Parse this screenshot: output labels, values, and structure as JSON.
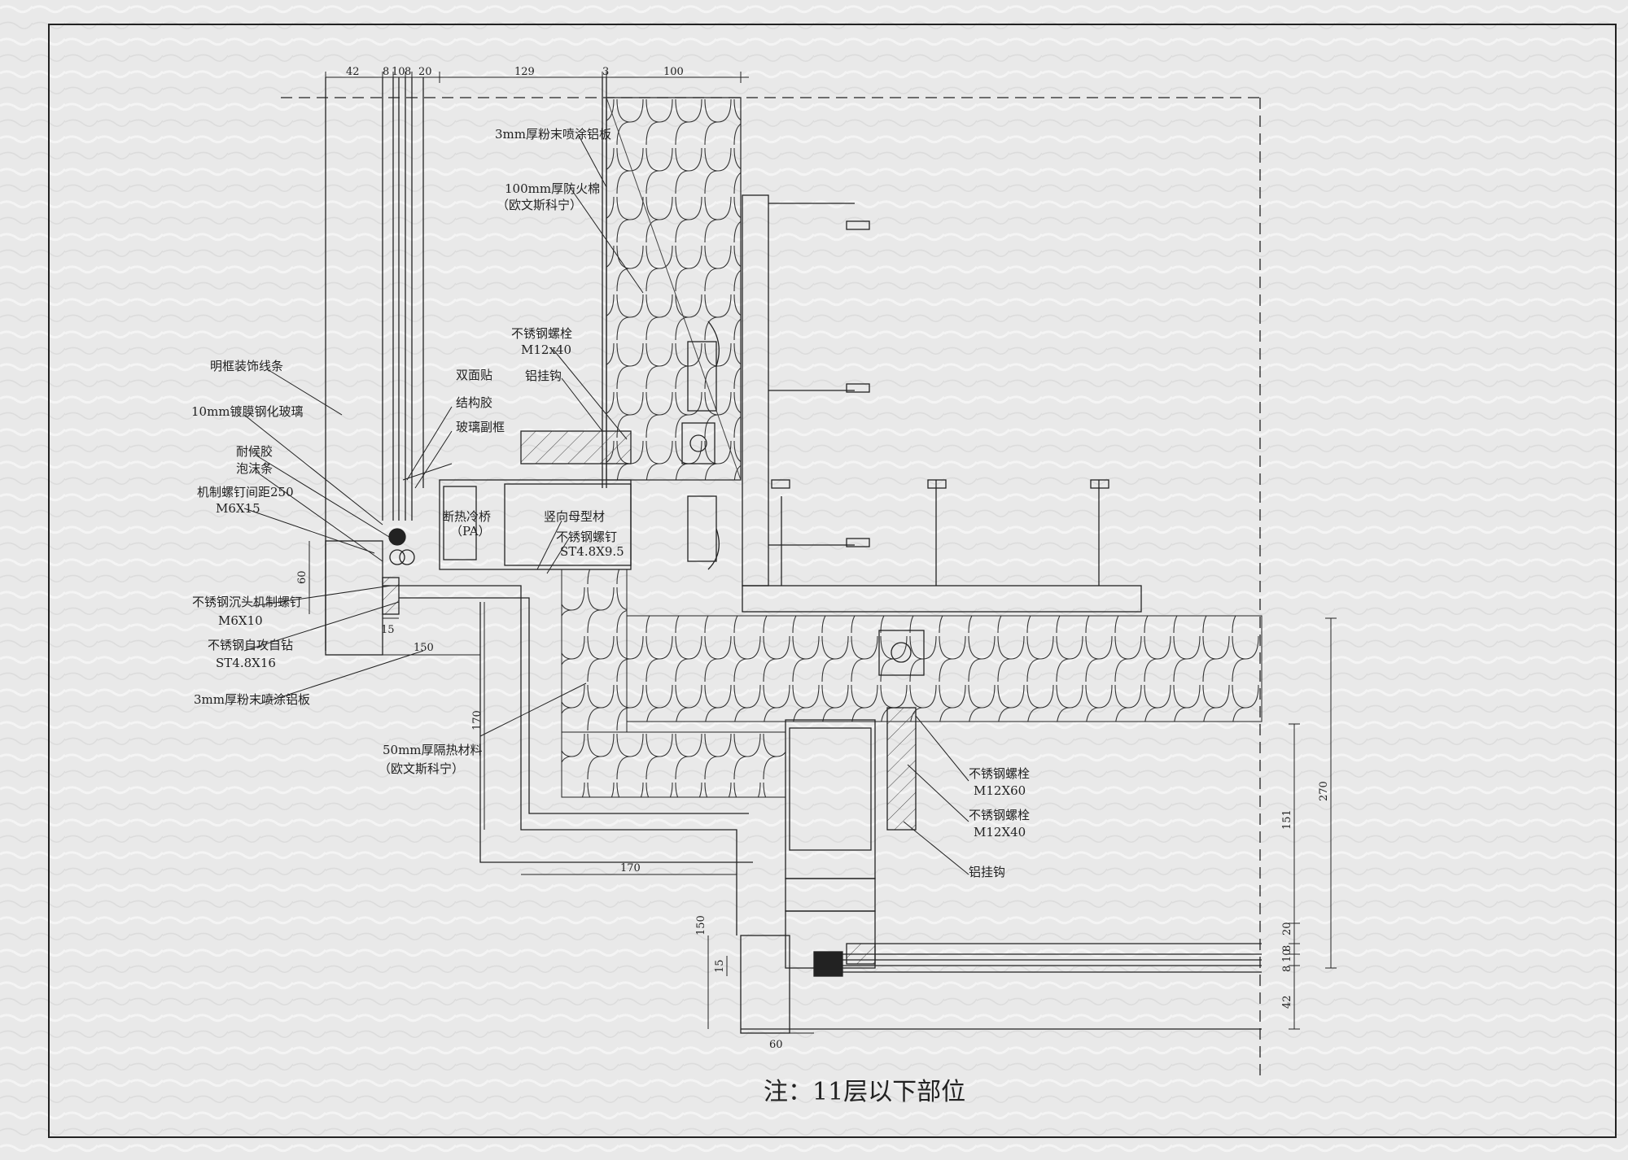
{
  "drawing": {
    "note": "注：11层以下部位",
    "labels": {
      "aluminum_panel_top": "3mm厚粉末喷涂铝板",
      "fire_rock_wool_1": "100mm厚防火棉",
      "fire_rock_wool_2": "（欧文斯科宁）",
      "ss_bolt_top_1": "不锈钢螺栓",
      "ss_bolt_top_2": "M12x40",
      "alu_hook_top": "铝挂钩",
      "open_frame_trim": "明框装饰线条",
      "double_tape": "双面贴",
      "glass_10mm": "10mm镀膜钢化玻璃",
      "structural_sealant": "结构胶",
      "glass_subframe": "玻璃副框",
      "weather_sealant": "耐候胶",
      "foam_rod": "泡沫条",
      "machine_screw_1": "机制螺钉间距250",
      "machine_screw_2": "M6X15",
      "thermal_break_1": "断热冷桥",
      "thermal_break_2": "（PA）",
      "mullion": "竖向母型材",
      "ss_screw_1": "不锈钢螺钉",
      "ss_screw_2": "ST4.8X9.5",
      "countersunk_1": "不锈钢沉头机制螺钉",
      "countersunk_2": "M6X10",
      "self_tapping_1": "不锈钢自攻自钻",
      "self_tapping_2": "ST4.8X16",
      "aluminum_panel_bottom": "3mm厚粉末喷涂铝板",
      "insulation_1": "50mm厚隔热材料",
      "insulation_2": "（欧文斯科宁）",
      "ss_bolt_m12x60_1": "不锈钢螺栓",
      "ss_bolt_m12x60_2": "M12X60",
      "ss_bolt_m12x40_1": "不锈钢螺栓",
      "ss_bolt_m12x40_2": "M12X40",
      "alu_hook_bottom": "铝挂钩"
    },
    "dimensions": {
      "top": [
        "42",
        "8",
        "10",
        "8",
        "20",
        "129",
        "3",
        "100"
      ],
      "d60_left": "60",
      "d15_left": "15",
      "d150_left": "150",
      "d170_vertical": "170",
      "d170_horizontal": "170",
      "d150_vertical": "150",
      "d15_lower": "15",
      "d60_bottom": "60",
      "right_stack": [
        "151",
        "20",
        "8",
        "10",
        "8",
        "42"
      ],
      "d270": "270"
    }
  }
}
